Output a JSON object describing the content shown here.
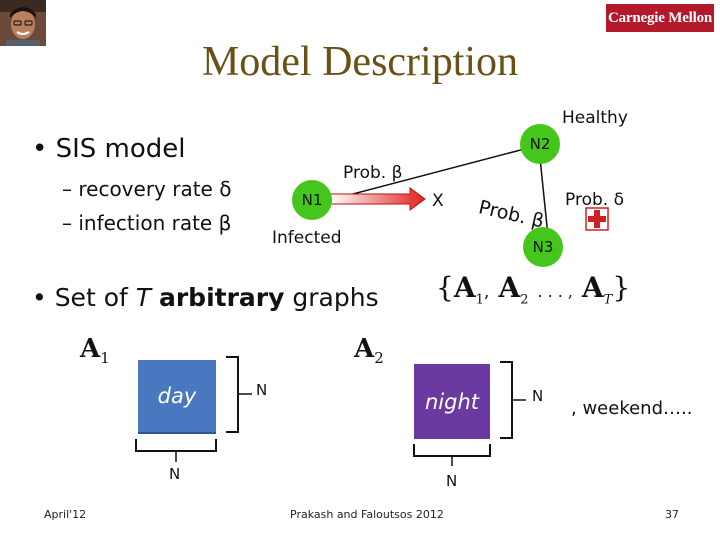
{
  "header": {
    "logo_text": "Carnegie Mellon"
  },
  "title": "Model Description",
  "bullets": {
    "sis": "• SIS model",
    "recovery": "– recovery rate δ",
    "infection": "– infection rate β",
    "set_pre": "• Set of ",
    "set_T": "T",
    "set_bold": "arbitrary",
    "set_post": " graphs"
  },
  "graph": {
    "healthy": "Healthy",
    "n1": "N1",
    "n2": "N2",
    "n3": "N3",
    "x_mark": "X",
    "prob_beta_top": "Prob. β",
    "prob_beta_diag": "Prob. β",
    "prob_delta": "Prob. δ",
    "infected": "Infected"
  },
  "set_notation": {
    "open": "{",
    "a1": "A",
    "a1_sub": "1",
    "comma1": ",",
    "a2": "A",
    "a2_sub": "2",
    "dots": ". . . ,",
    "aT": "A",
    "aT_sub": "T",
    "close": "}"
  },
  "matrices": {
    "a1_label": "A",
    "a1_sub": "1",
    "a2_label": "A",
    "a2_sub": "2",
    "day": "day",
    "night": "night",
    "n_day_right": "N",
    "n_day_bottom": "N",
    "n_night_right": "N",
    "n_night_bottom": "N",
    "weekend": ", weekend….."
  },
  "colors": {
    "title": "#6b5015",
    "node": "#44c61c",
    "day_box": "#4a78c0",
    "night_box": "#6a3aa0",
    "logo": "#b3192b"
  },
  "footer": {
    "date": "April'12",
    "authors": "Prakash and Faloutsos 2012",
    "page": "37"
  }
}
